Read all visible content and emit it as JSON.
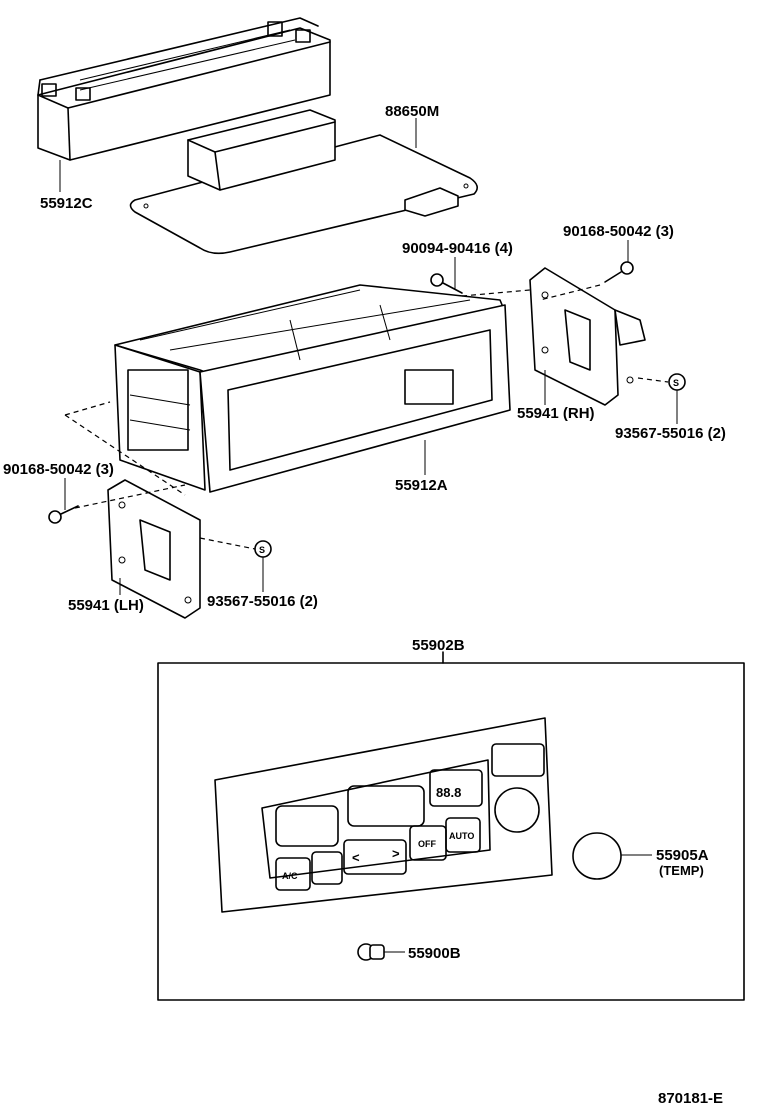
{
  "callouts": {
    "p55912C": "55912C",
    "p88650M": "88650M",
    "p90094": "90094-90416 (4)",
    "p90168_rh": "90168-50042 (3)",
    "p55941_rh": "55941 (RH)",
    "p93567_rh": "93567-55016 (2)",
    "p55912A": "55912A",
    "p90168_lh": "90168-50042 (3)",
    "p55941_lh": "55941 (LH)",
    "p93567_lh": "93567-55016 (2)",
    "p55902B": "55902B",
    "p55905A": "55905A",
    "p55905A_sub": "(TEMP)",
    "p55900B": "55900B",
    "figure_id": "870181-E"
  },
  "panel_text": {
    "ac": "A/C",
    "auto": "AUTO",
    "off": "OFF",
    "display": "88.8"
  }
}
